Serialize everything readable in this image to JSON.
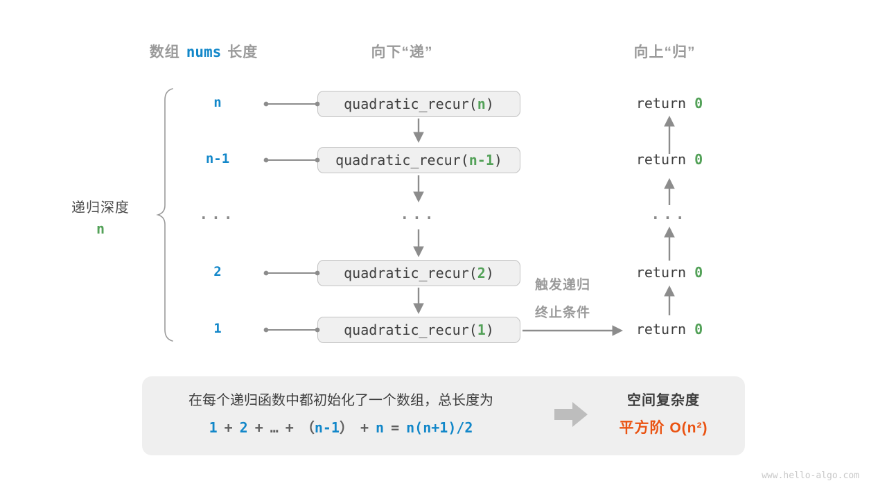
{
  "headers": {
    "col1_prefix": "数组",
    "col1_code": "nums",
    "col1_suffix": "长度",
    "col2": "向下“递”",
    "col3": "向上“归”"
  },
  "left_label": {
    "title": "递归深度",
    "value": "n"
  },
  "rows": [
    {
      "depth": "n",
      "call_prefix": "quadratic_recur(",
      "param": "n",
      "call_suffix": ")",
      "return_prefix": "return ",
      "return_value": "0"
    },
    {
      "depth": "n-1",
      "call_prefix": "quadratic_recur(",
      "param": "n-1",
      "call_suffix": ")",
      "return_prefix": "return ",
      "return_value": "0"
    },
    {
      "depth_ellipsis": "...",
      "call_ellipsis": "...",
      "return_ellipsis": "..."
    },
    {
      "depth": "2",
      "call_prefix": "quadratic_recur(",
      "param": "2",
      "call_suffix": ")",
      "return_prefix": "return ",
      "return_value": "0"
    },
    {
      "depth": "1",
      "call_prefix": "quadratic_recur(",
      "param": "1",
      "call_suffix": ")",
      "return_prefix": "return ",
      "return_value": "0"
    }
  ],
  "trigger_note": {
    "line1": "触发递归",
    "line2": "终止条件"
  },
  "summary": {
    "line1": "在每个递归函数中都初始化了一个数组，总长度为",
    "formula": {
      "n1": "1",
      "op1": "+",
      "n2": "2",
      "op2": "+",
      "dots": "…",
      "op3": "+",
      "open": "（",
      "n3": "n-1",
      "close": "）",
      "op4": "+",
      "n4": "n",
      "eq": "=",
      "result": "n(n+1)/2"
    },
    "result_title": "空间复杂度",
    "result_value": "平方阶 O(n²)"
  },
  "watermark": "www.hello-algo.com",
  "colors": {
    "blue": "#1287c9",
    "green": "#53a158",
    "orange": "#ea5312",
    "gray_text": "#9a9a9a",
    "arrow": "#8c8c8c",
    "box_fill": "#f0f0f0",
    "panel_fill": "#efefef"
  }
}
